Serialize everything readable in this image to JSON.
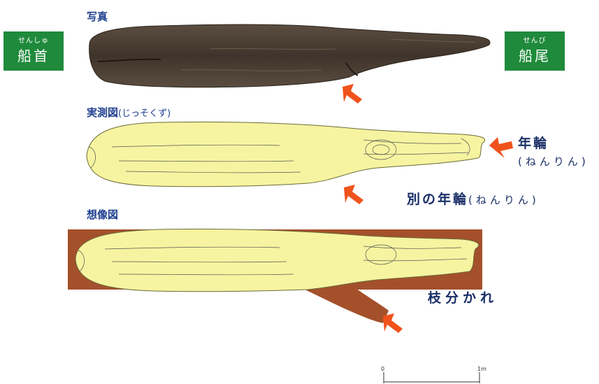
{
  "sections": {
    "photo": "写真",
    "survey": "実測図",
    "survey_reading": "(じっそくず)",
    "imagined": "想像図"
  },
  "badges": {
    "bow": {
      "ruby": "せんしゅ",
      "label": "船首"
    },
    "stern": {
      "ruby": "せんび",
      "label": "船尾"
    }
  },
  "annotations": {
    "ring": "年輪",
    "ring_reading": "(ねんりん)",
    "other_ring": "別の年輪",
    "other_ring_reading": "(ねんりん)",
    "branch": "枝分かれ"
  },
  "scale": {
    "start": "0",
    "end": "1m"
  },
  "colors": {
    "title": "#1f3f8f",
    "badge": "#1f8a3b",
    "arrow": "#f0521c",
    "wood_photo": "#4a3e33",
    "drawing_fill": "#f6f4a0",
    "trunk": "#a4502b"
  }
}
